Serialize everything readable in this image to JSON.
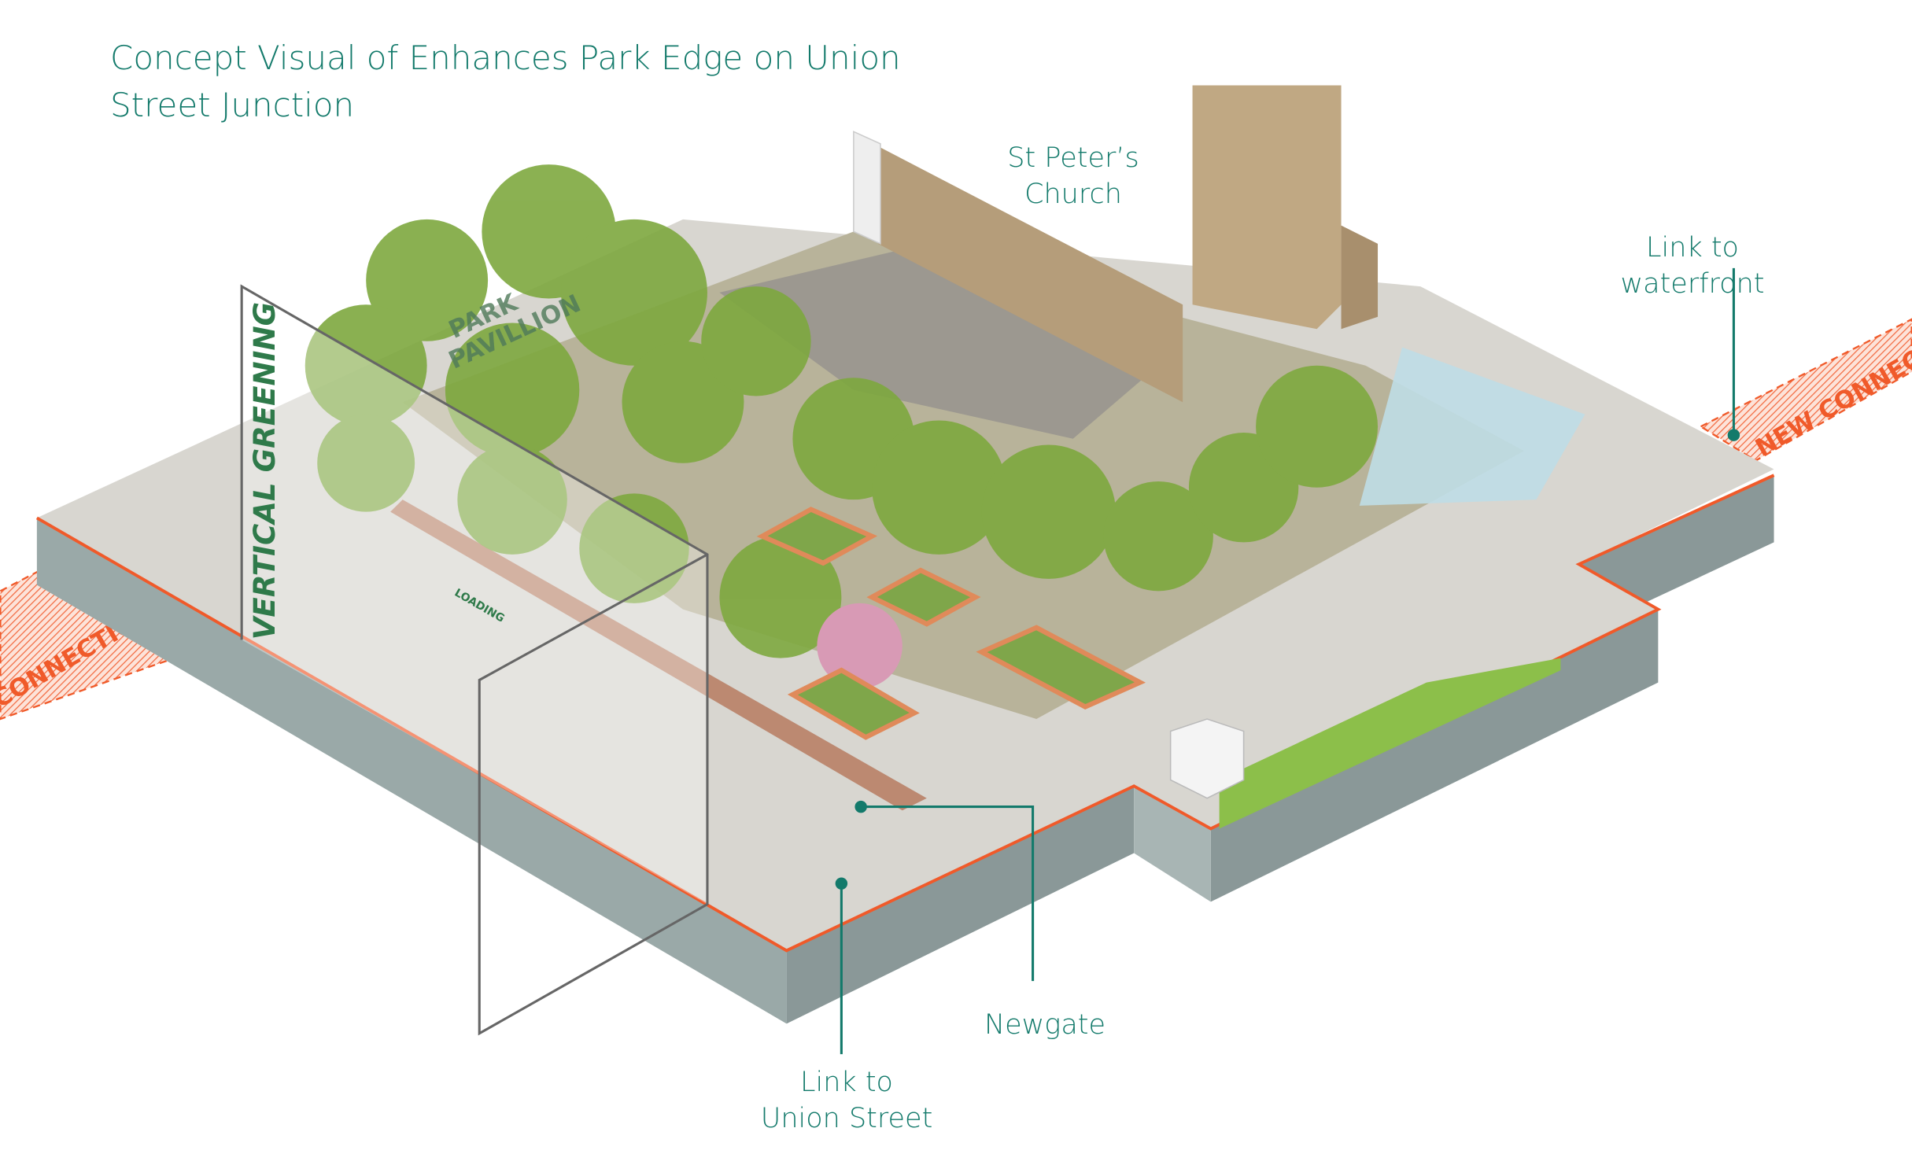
{
  "title": "Concept Visual of Enhances Park Edge on Union Street Junction",
  "labels": {
    "church": [
      "St Peter’s",
      "Church"
    ],
    "waterfront": "Link to waterfront",
    "newgate": "Newgate",
    "union_street": [
      "Link to",
      "Union Street"
    ]
  },
  "scene_text": {
    "vertical_greening": "VERTICAL GREENING",
    "park_pavillion": [
      "PARK",
      "PAVILLION"
    ],
    "loading": "LOADING",
    "connections_left": "NEW CONNECTIONS",
    "connections_right": "NEW CONNECTIONS"
  },
  "colors": {
    "label": "#137a6b",
    "connection": "#f05a2a",
    "vertical_greening": "#2f7a4a",
    "slab_side": "#9aa9a8",
    "paving": "#d8d6d0"
  }
}
